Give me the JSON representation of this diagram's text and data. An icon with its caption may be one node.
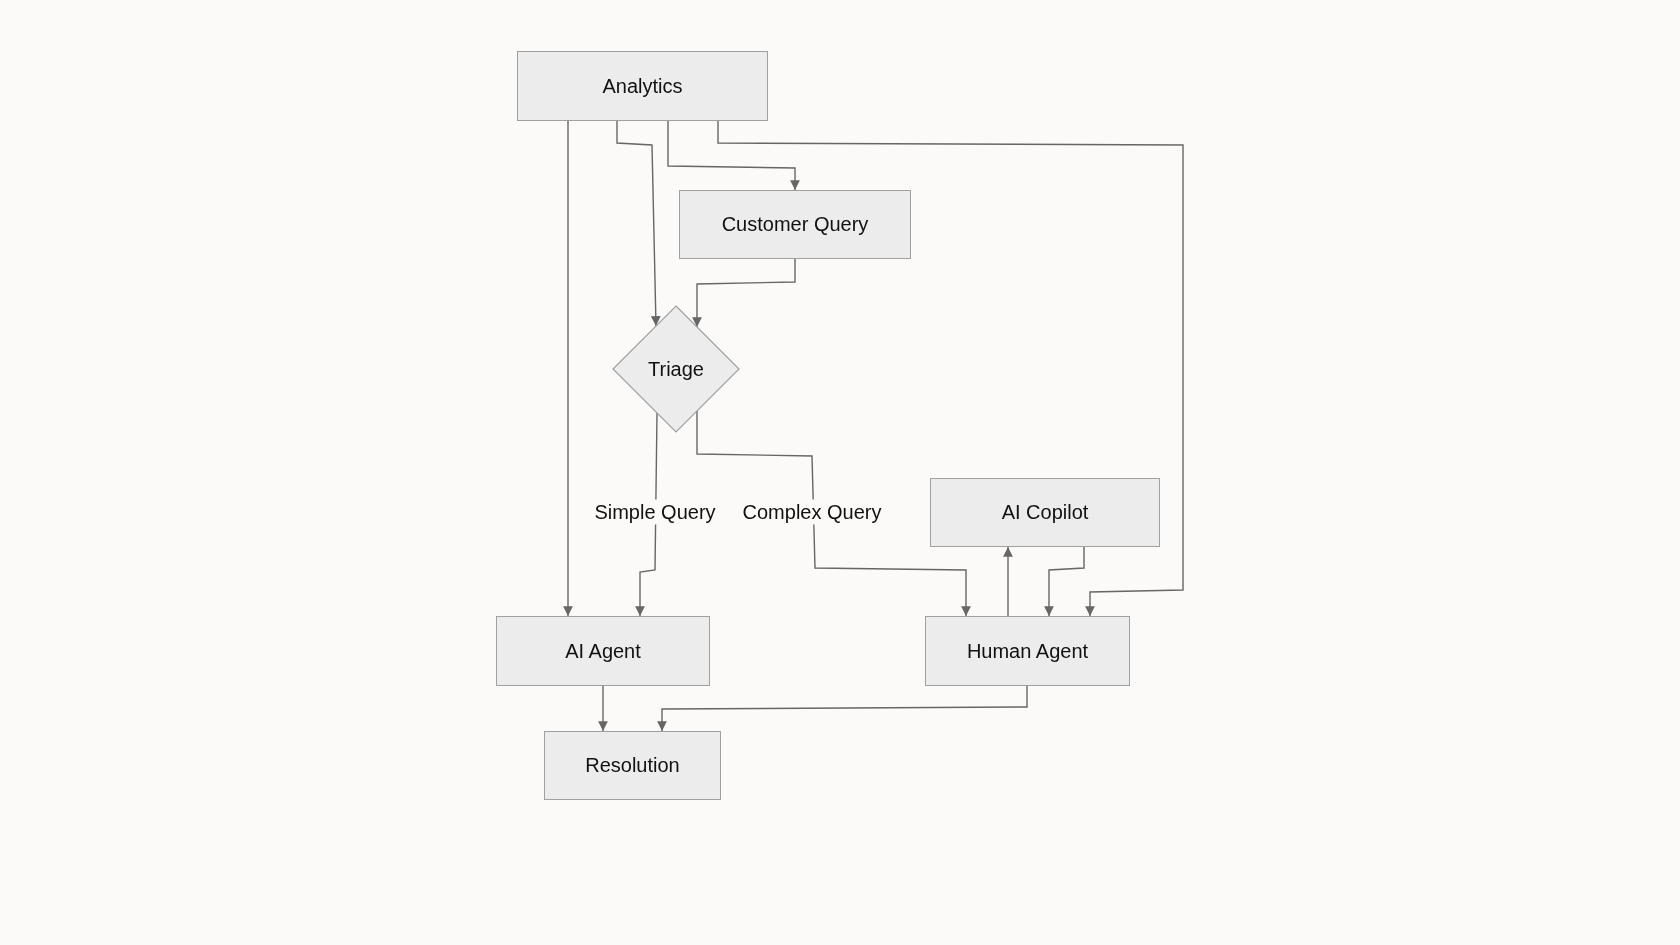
{
  "diagram": {
    "nodes": [
      {
        "text": [
          "Analytics"
        ]
      },
      {
        "text": [
          "Customer Query"
        ]
      },
      {
        "text": [
          "Triage"
        ]
      },
      {
        "text": [
          "AI Copilot"
        ]
      },
      {
        "text": [
          "AI Agent"
        ]
      },
      {
        "text": [
          "Human Agent"
        ]
      },
      {
        "text": [
          "Resolution"
        ]
      }
    ],
    "edges": [
      {
        "from": 0,
        "to": 4,
        "arrow": "to"
      },
      {
        "from": 0,
        "to": 2,
        "arrow": "to"
      },
      {
        "from": 0,
        "to": 1,
        "arrow": "to"
      },
      {
        "from": 0,
        "to": 5,
        "arrow": "to"
      },
      {
        "from": 1,
        "to": 2,
        "arrow": "to"
      },
      {
        "from": 2,
        "to": 4,
        "arrow": "to",
        "label": "Simple Query"
      },
      {
        "from": 2,
        "to": 5,
        "arrow": "to",
        "label": "Complex Query"
      },
      {
        "from": 5,
        "to": 3,
        "arrow": "to"
      },
      {
        "from": 3,
        "to": 5,
        "arrow": "to"
      },
      {
        "from": 4,
        "to": 6,
        "arrow": "to"
      },
      {
        "from": 5,
        "to": 6,
        "arrow": "to"
      }
    ]
  }
}
